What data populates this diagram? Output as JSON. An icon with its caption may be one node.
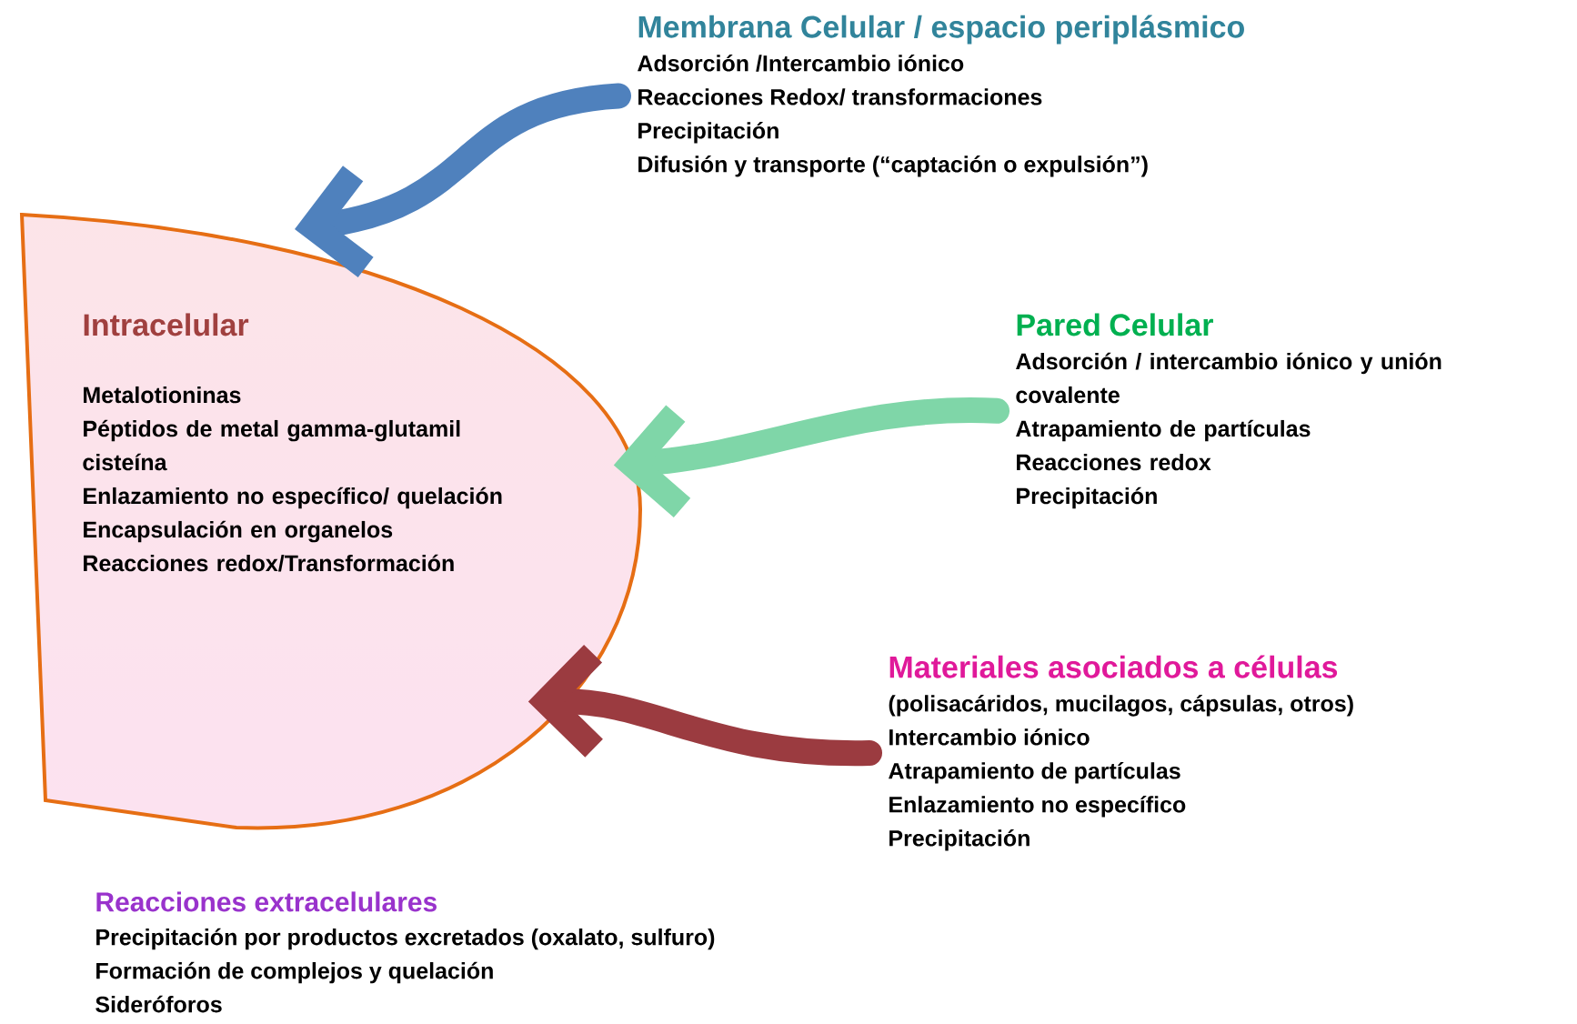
{
  "diagram": {
    "nodes": [
      {
        "text": [
          "Intracelular",
          "Metalotioninas",
          "Péptidos de metal gamma-glutamil cisteína",
          "Enlazamiento no específico/ quelación",
          "Encapsulación en organelos",
          "Reacciones redox/Transformación"
        ]
      },
      {
        "text": [
          "Membrana Celular / espacio periplásmico",
          "Adsorción /Intercambio iónico",
          "Reacciones Redox/ transformaciones",
          "Precipitación",
          "Difusión y transporte (“captación o expulsión”)"
        ]
      },
      {
        "text": [
          "Pared Celular",
          "Adsorción / intercambio iónico y unión covalente",
          "Atrapamiento de partículas",
          "Reacciones redox",
          "Precipitación"
        ]
      },
      {
        "text": [
          "Materiales asociados a células",
          "(polisacáridos, mucilagos, cápsulas, otros)",
          "Intercambio iónico",
          "Atrapamiento de partículas",
          "Enlazamiento no específico",
          "Precipitación"
        ]
      }
    ],
    "edges": [
      {
        "from": 1,
        "to": 0,
        "arrow": "to",
        "color": "#4f81bd"
      },
      {
        "from": 2,
        "to": 0,
        "arrow": "to",
        "color": "#7fd6a8"
      },
      {
        "from": 3,
        "to": 0,
        "arrow": "to",
        "color": "#9b3b40"
      }
    ],
    "labels": [
      "Reacciones extracelulares",
      "Precipitación por productos excretados (oxalato, sulfuro)",
      "Formación de complejos y quelación",
      "Sideróforos"
    ]
  }
}
